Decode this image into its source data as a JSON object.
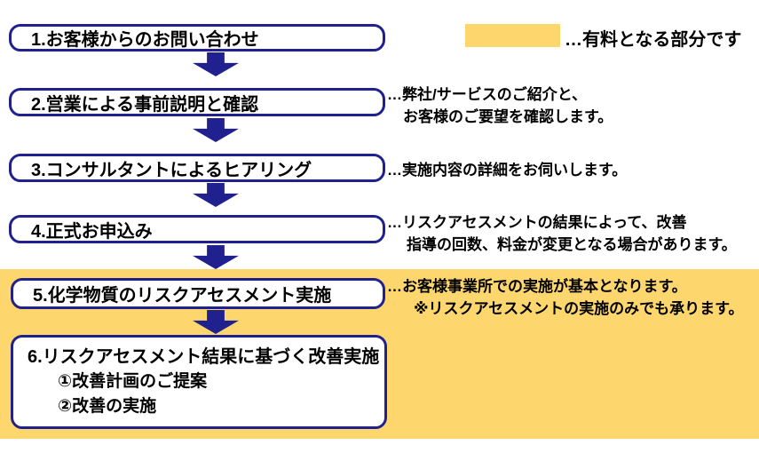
{
  "legend": {
    "swatch_color": "#FDD76E",
    "label": "…有料となる部分です"
  },
  "steps": [
    {
      "label": "1.お客様からのお問い合わせ"
    },
    {
      "label": "2.営業による事前説明と確認",
      "note": [
        "…弊社/サービスのご紹介と、",
        "お客様のご要望を確認します。"
      ]
    },
    {
      "label": "3.コンサルタントによるヒアリング",
      "note": [
        "…実施内容の詳細をお伺いします。"
      ]
    },
    {
      "label": "4.正式お申込み",
      "note": [
        "…リスクアセスメントの結果によって、改善",
        "指導の回数、料金が変更となる場合があります。"
      ]
    },
    {
      "label": "5.化学物質のリスクアセスメント実施",
      "note": [
        "…お客様事業所での実施が基本となります。",
        "※リスクアセスメントの実施のみでも承ります。"
      ]
    },
    {
      "label": "6.リスクアセスメント結果に基づく改善実施",
      "sub_items": [
        "①改善計画のご提案",
        "②改善の実施"
      ]
    }
  ],
  "colors": {
    "box_border": "#20208F",
    "arrow": "#20208F",
    "paid_band": "#FDD76E",
    "background": "#FFFFFF",
    "text": "#000000"
  }
}
